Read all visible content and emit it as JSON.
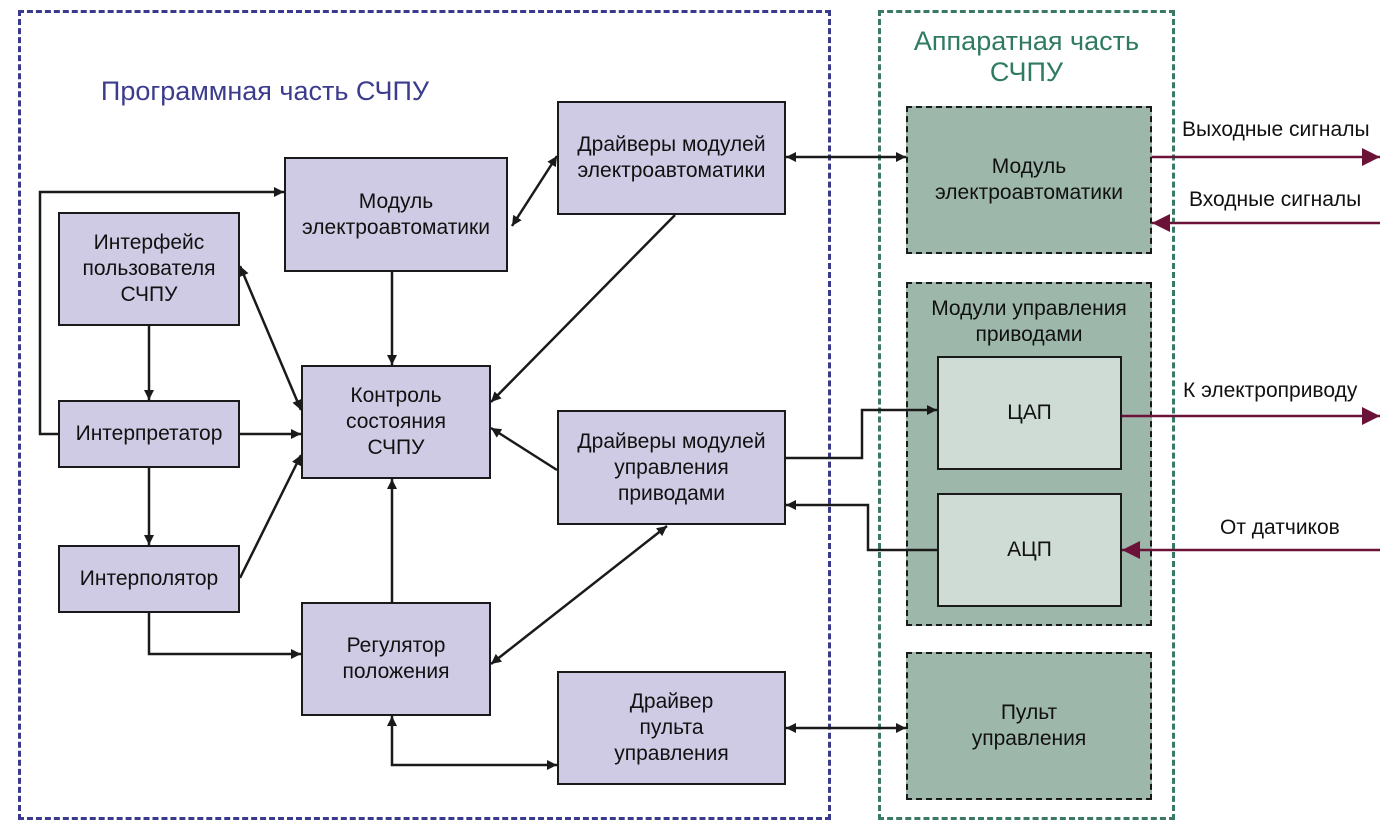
{
  "regions": {
    "software_title": "Программная часть СЧПУ",
    "hardware_title": "Аппаратная часть\nСЧПУ"
  },
  "blocks": {
    "user_interface": "Интерфейс\nпользователя\nСЧПУ",
    "interpreter": "Интерпретатор",
    "interpolator": "Интерполятор",
    "electro_module_sw": "Модуль\nэлектроавтоматики",
    "state_control": "Контроль\nсостояния\nСЧПУ",
    "position_regulator": "Регулятор\nположения",
    "electro_drivers": "Драйверы модулей\nэлектроавтоматики",
    "drive_drivers": "Драйверы модулей\nуправления\nприводами",
    "panel_driver": "Драйвер\nпульта\nуправления",
    "electro_module_hw": "Модуль\nэлектроавтоматики",
    "drive_modules": "Модули управления\nприводами",
    "dac": "ЦАП",
    "adc": "АЦП",
    "control_panel": "Пульт\nуправления"
  },
  "signals": {
    "output": "Выходные сигналы",
    "input": "Входные сигналы",
    "to_drive": "К электроприводу",
    "from_sensors": "От датчиков"
  },
  "colors": {
    "software_border": "#3a3a8c",
    "hardware_border": "#3a7a64",
    "software_block": "#cfcbe4",
    "hardware_block": "#9db8aa",
    "converter_block": "#cfdcd6",
    "signal_arrow": "#6b1238"
  }
}
